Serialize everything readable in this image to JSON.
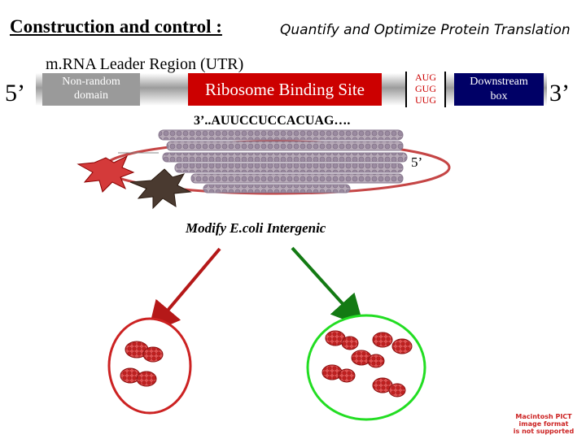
{
  "title": "Construction and control :",
  "subtitle": "Quantify and Optimize Protein Translation",
  "mrna": {
    "leader_label": "m.RNA  Leader Region (UTR)",
    "five_prime": "5’",
    "three_prime": "3’",
    "nonrandom_line1": "Non-random",
    "nonrandom_line2": "domain",
    "rbs_label": "Ribosome Binding Site",
    "codons": [
      "AUG",
      "GUG",
      "UUG"
    ],
    "downstream_line1": "Downstream",
    "downstream_line2": "box"
  },
  "ribosome": {
    "rrna_sequence": "3’..AUUCCUCCACUAG….",
    "five_prime_label": "5’"
  },
  "modify_label": "Modify E.coli Intergenic",
  "pict_notice": [
    "Macintosh PICT",
    "image format",
    "is not supported"
  ],
  "colors": {
    "rbs": "#cc0000",
    "downstream": "#000066",
    "nonrandom": "#9a9a9a",
    "left_arrow": "#b51818",
    "right_arrow": "#137a13",
    "left_cell": "#cc2222",
    "right_cell": "#22dd22"
  }
}
